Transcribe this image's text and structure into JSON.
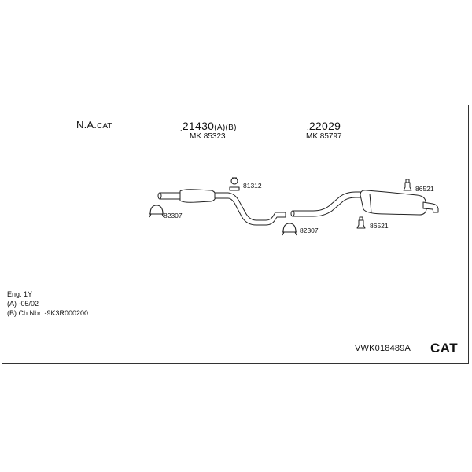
{
  "header": {
    "na_main": "N.A.",
    "na_suffix": "CAT"
  },
  "parts": [
    {
      "number": "21430",
      "suffix": "(A)(B)",
      "mk": "MK  85323"
    },
    {
      "number": "22029",
      "suffix": "",
      "mk": "MK  85797"
    }
  ],
  "callouts": {
    "clamp_left": "82307",
    "hanger_top": "81312",
    "clamp_mid": "82307",
    "hanger_right_top": "86521",
    "hanger_right_bottom": "86521"
  },
  "notes": [
    "Eng. 1Y",
    "(A) -05/02",
    "(B) Ch.Nbr. -9K3R000200"
  ],
  "footer": {
    "kit_code": "VWK018489A",
    "badge": "CAT"
  },
  "colors": {
    "line": "#222222",
    "pipe_fill": "#ffffff"
  }
}
